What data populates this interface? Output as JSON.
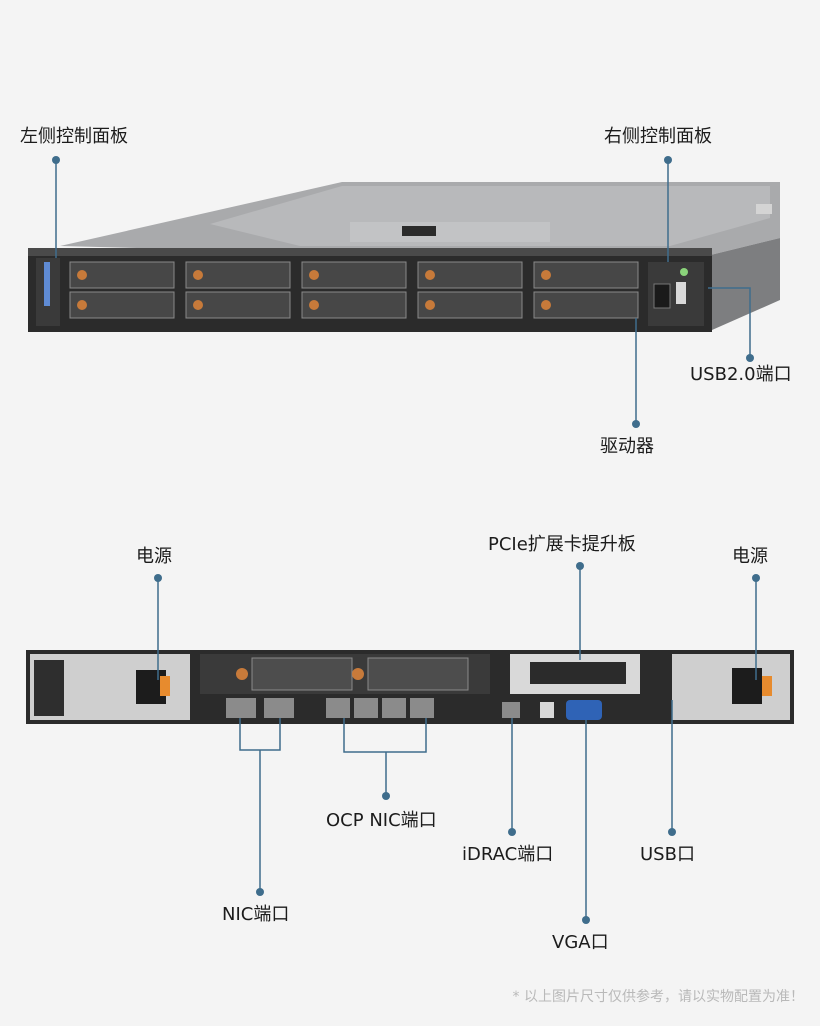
{
  "front_panel": {
    "labels": {
      "left_control_panel": "左侧控制面板",
      "right_control_panel": "右侧控制面板",
      "usb2_port": "USB2.0端口",
      "drives": "驱动器"
    }
  },
  "rear_panel": {
    "labels": {
      "power_left": "电源",
      "pcie_riser": "PCIe扩展卡提升板",
      "power_right": "电源",
      "ocp_nic_port": "OCP NIC端口",
      "idrac_port": "iDRAC端口",
      "usb_port": "USB口",
      "nic_port": "NIC端口",
      "vga": "VGA口"
    }
  },
  "footnote": "* 以上图片尺寸仅供参考，请以实物配置为准！",
  "colors": {
    "callout_line": "#3f6d8c",
    "chassis_dark": "#2b2b2b",
    "chassis_top": "#a9aaac",
    "vga_blue": "#2f63b6"
  }
}
